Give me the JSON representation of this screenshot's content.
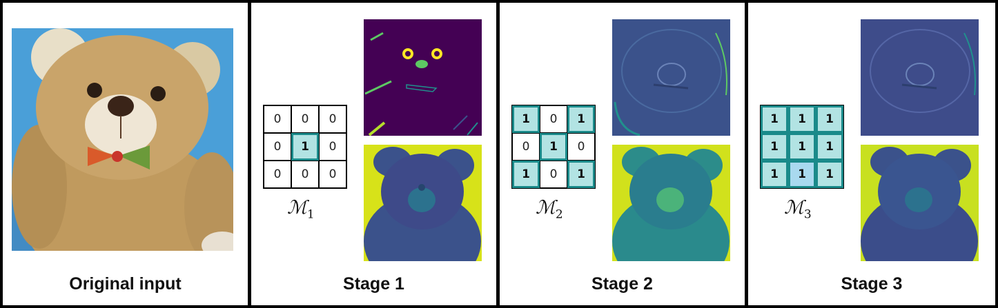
{
  "panels": [
    {
      "caption": "Original input"
    },
    {
      "caption": "Stage 1",
      "mask_label": "ℳ",
      "mask_index": "1",
      "mask": [
        "0",
        "0",
        "0",
        "0",
        "1",
        "0",
        "0",
        "0",
        "0"
      ],
      "highlight": [
        false,
        false,
        false,
        false,
        true,
        false,
        false,
        false,
        false
      ]
    },
    {
      "caption": "Stage 2",
      "mask_label": "ℳ",
      "mask_index": "2",
      "mask": [
        "1",
        "0",
        "1",
        "0",
        "1",
        "0",
        "1",
        "0",
        "1"
      ],
      "highlight": [
        true,
        false,
        true,
        false,
        true,
        false,
        true,
        false,
        true
      ]
    },
    {
      "caption": "Stage 3",
      "mask_label": "ℳ",
      "mask_index": "3",
      "mask": [
        "1",
        "1",
        "1",
        "1",
        "1",
        "1",
        "1",
        "1",
        "1"
      ],
      "highlight": [
        true,
        true,
        true,
        true,
        true,
        true,
        true,
        true,
        true
      ]
    }
  ],
  "colors": {
    "highlight_fill": "#b2e3e3",
    "highlight_stroke": "#1a8a8a",
    "center_fill_stage3": "#a9d9ef",
    "viridis_dark": "#440154",
    "viridis_blue": "#3b528b",
    "viridis_teal": "#21908d",
    "viridis_green": "#5dc963",
    "viridis_yellow": "#fde725",
    "photo_background": "#4a9fd8",
    "teddy_fur": "#c9a46a"
  }
}
